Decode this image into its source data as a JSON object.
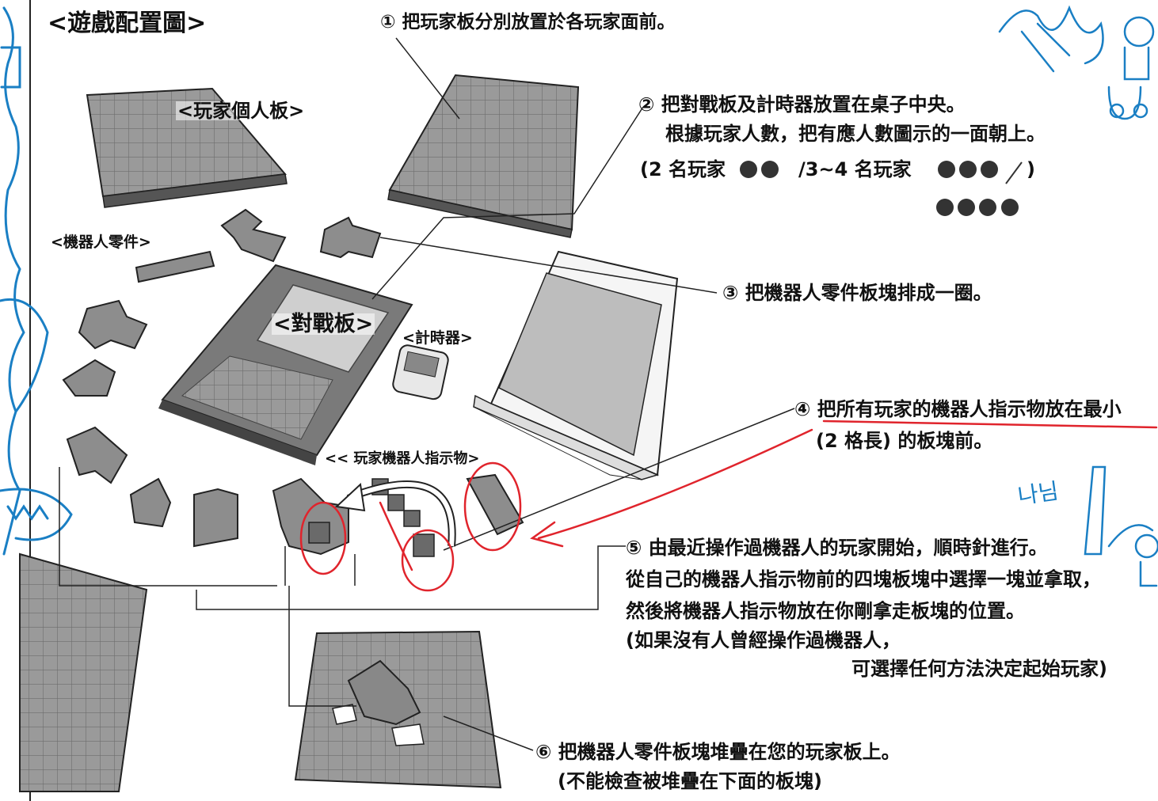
{
  "title": "<遊戲配置圖>",
  "labels": {
    "player_board": "<玩家個人板>",
    "robot_parts": "<機器人零件>",
    "battle_board": "<對戰板>",
    "timer": "<計時器>",
    "robot_markers": "<< 玩家機器人指示物>"
  },
  "steps": [
    {
      "number": "①",
      "lines": [
        "把玩家板分別放置於各玩家面前。"
      ]
    },
    {
      "number": "②",
      "lines": [
        "把對戰板及計時器放置在桌子中央。",
        "根據玩家人數，把有應人數圖示的一面朝上。",
        "(2 名玩家",
        "/3~4 名玩家",
        ")"
      ]
    },
    {
      "number": "③",
      "lines": [
        "把機器人零件板塊排成一圈。"
      ]
    },
    {
      "number": "④",
      "lines": [
        "把所有玩家的機器人指示物放在最小",
        "(2 格長) 的板塊前。"
      ]
    },
    {
      "number": "⑤",
      "lines": [
        "由最近操作過機器人的玩家開始，順時針進行。",
        "從自己的機器人指示物前的四塊板塊中選擇一塊並拿取，",
        "然後將機器人指示物放在你剛拿走板塊的位置。",
        "(如果沒有人曾經操作過機器人，",
        "可選擇任何方法決定起始玩家)"
      ]
    },
    {
      "number": "⑥",
      "lines": [
        "把機器人零件板塊堆疊在您的玩家板上。",
        "(不能檢查被堆疊在下面的板塊)"
      ]
    }
  ],
  "handwriting": "나님",
  "colors": {
    "ink": "#111111",
    "red_annotation": "#e0242c",
    "blue_doodle": "#1a7fc4",
    "board_gray": "#8a8a8a"
  }
}
